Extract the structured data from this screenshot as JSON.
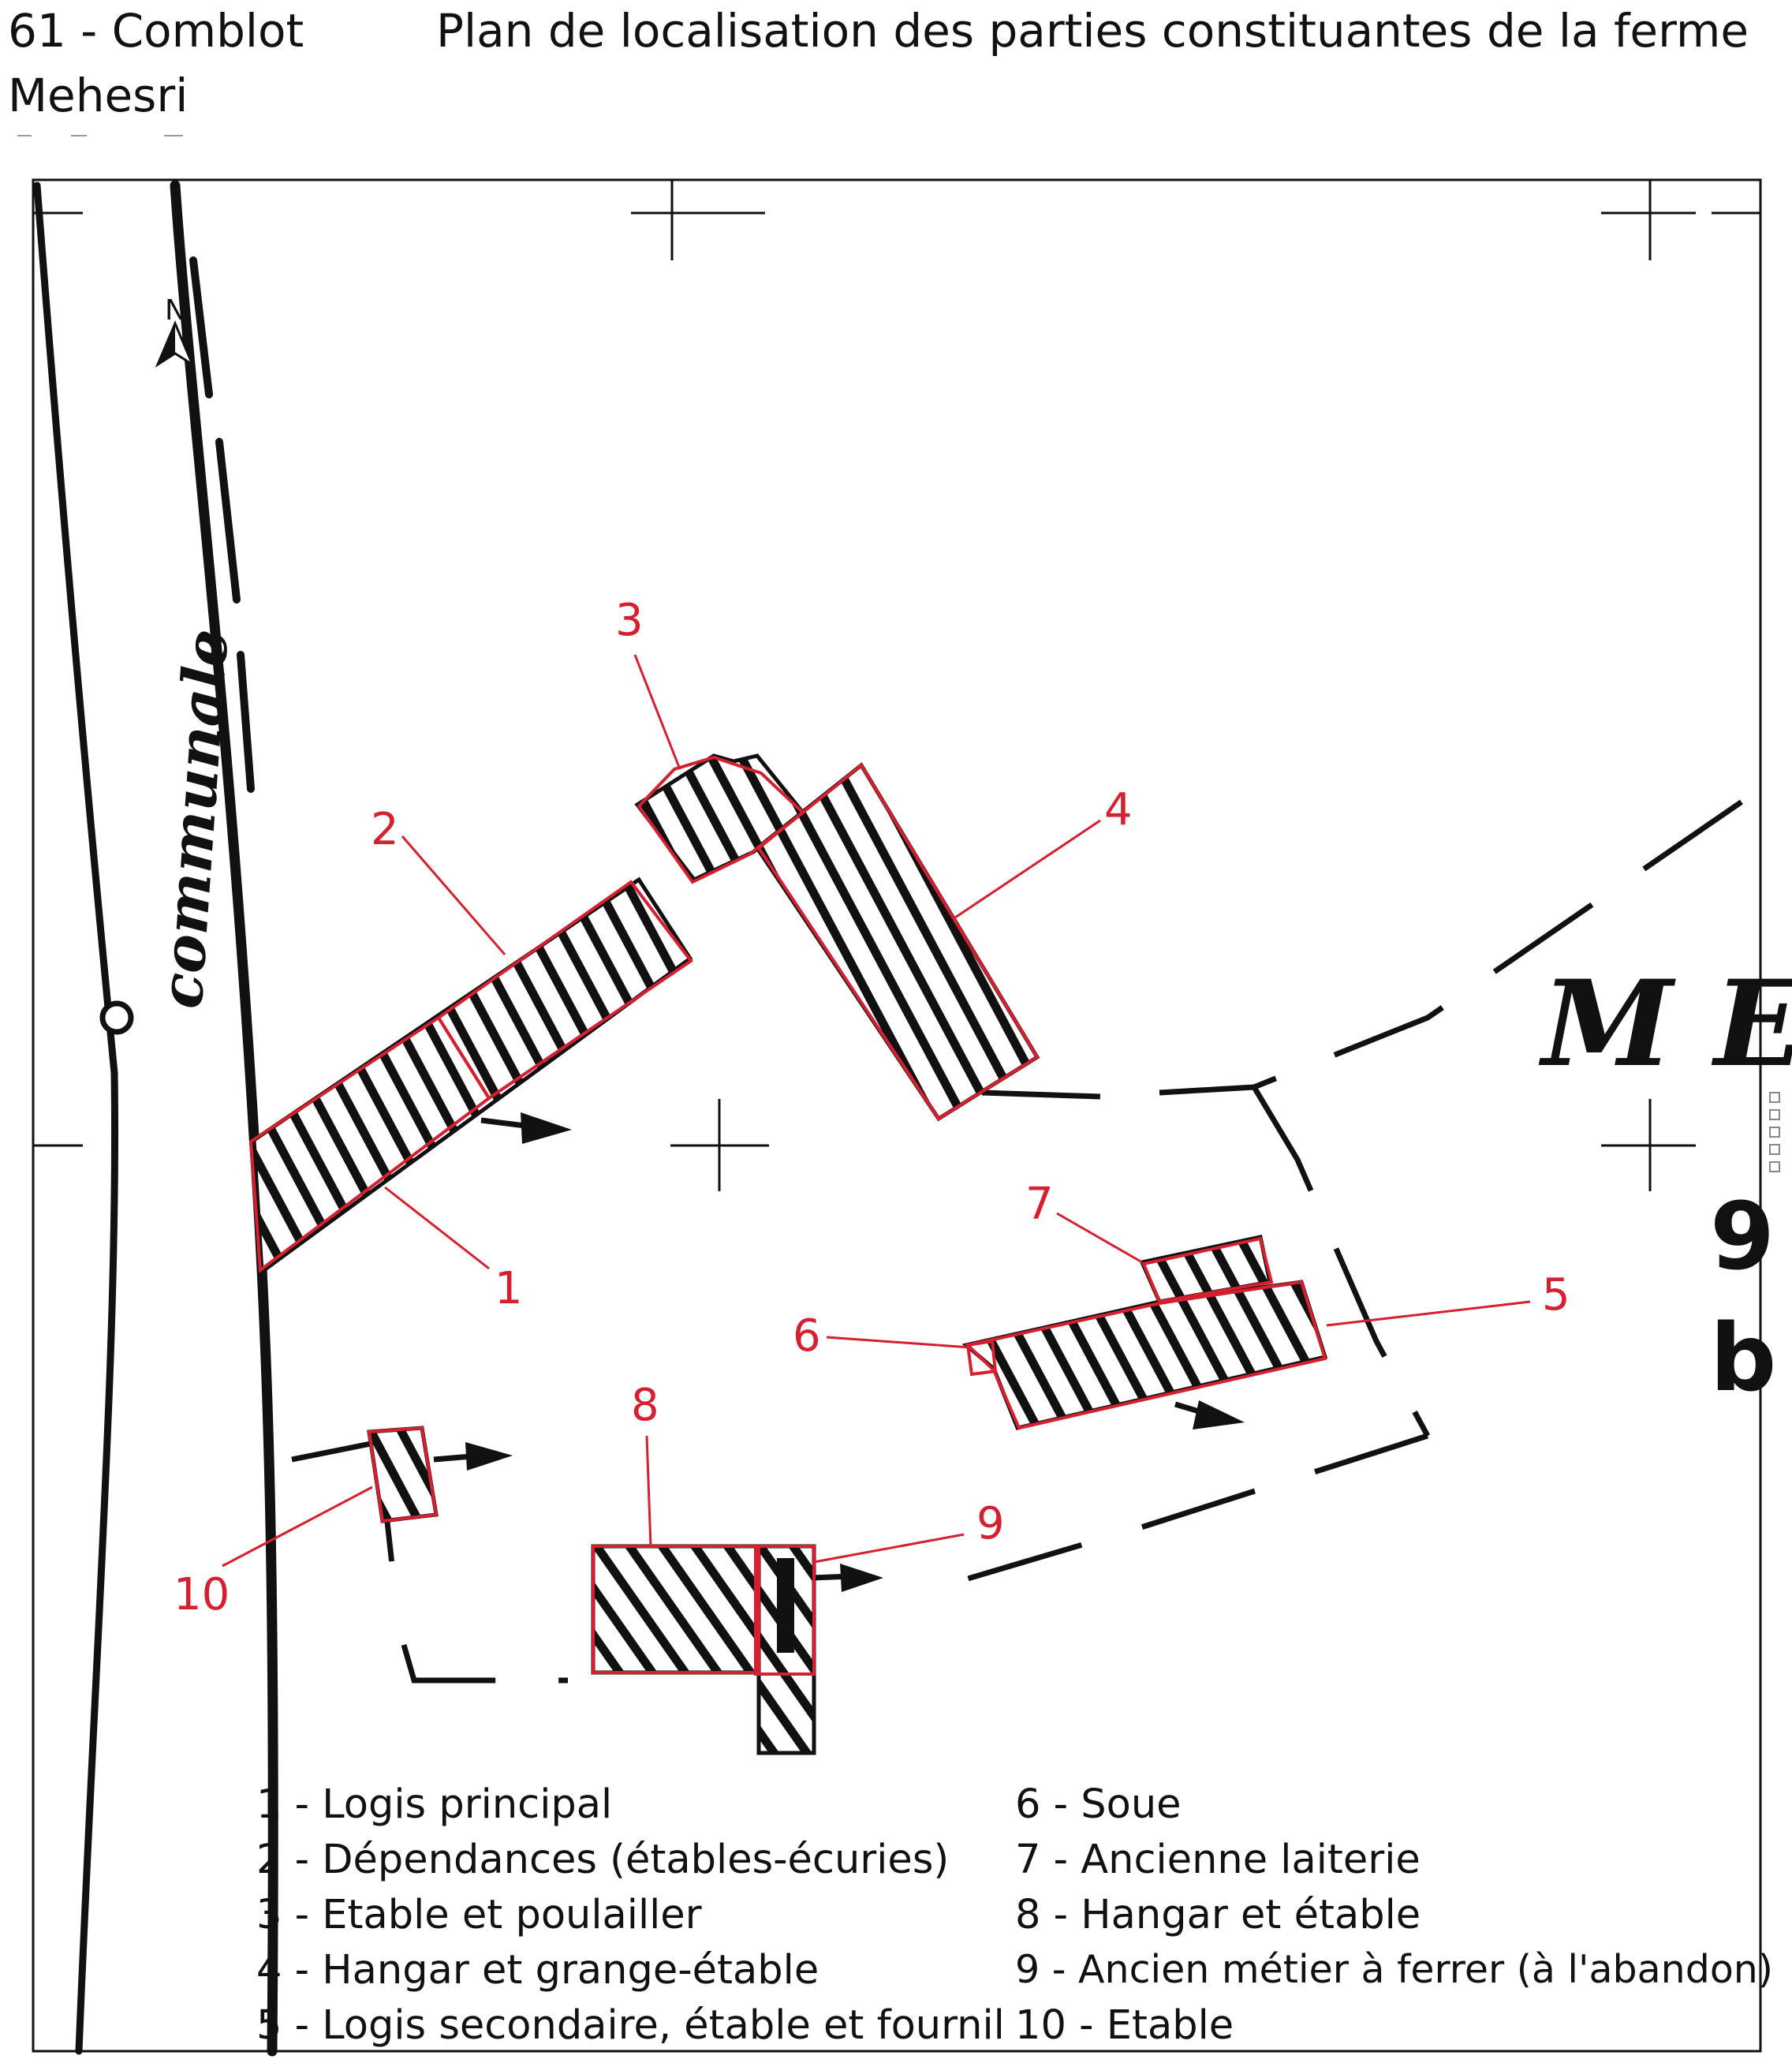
{
  "header": {
    "commune": "61 - Comblot",
    "lieu": "Mehesri",
    "title": "Plan de localisation des parties constituantes de la ferme"
  },
  "map": {
    "road_label": "communale",
    "north_label": "N",
    "place_fragment": "M E",
    "parcel_fragment_1": "9",
    "parcel_fragment_2": "b",
    "building_color": "#d4202f",
    "callouts": [
      "1",
      "2",
      "3",
      "4",
      "5",
      "6",
      "7",
      "8",
      "9",
      "10"
    ]
  },
  "legend": {
    "left": [
      "1 - Logis principal",
      "2 - Dépendances (étables-écuries)",
      "3 - Etable et poulailler",
      "4 - Hangar et grange-étable",
      "5 - Logis secondaire, étable et fournil"
    ],
    "right": [
      "6 - Soue",
      "7 - Ancienne laiterie",
      "8 - Hangar et étable",
      "9 - Ancien métier à ferrer (à l'abandon)",
      "10 - Etable"
    ]
  }
}
